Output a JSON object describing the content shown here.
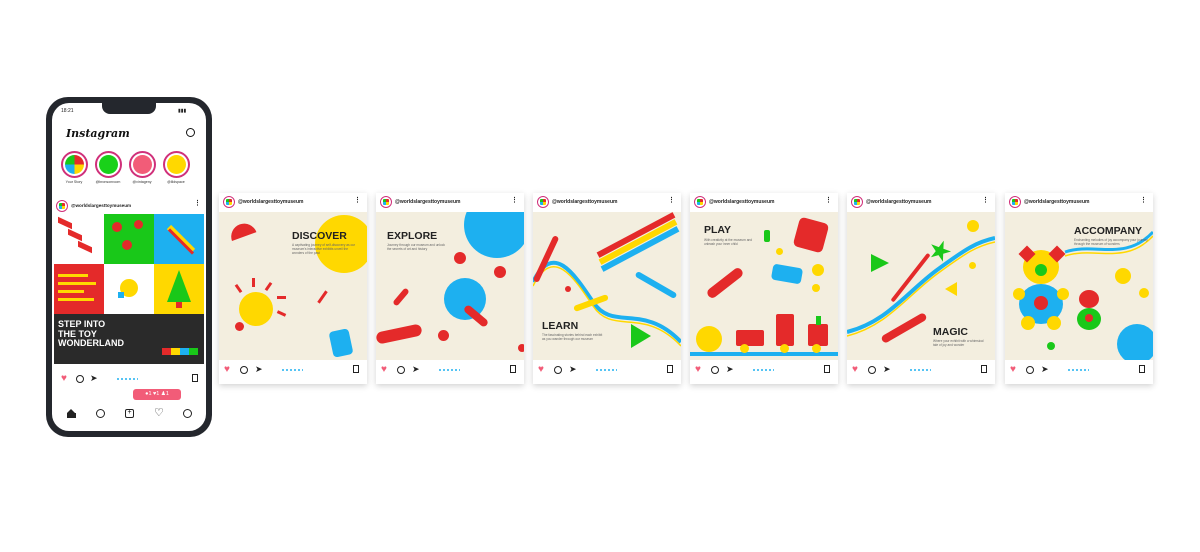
{
  "phone": {
    "status_time": "18:21",
    "app_title": "Instagram",
    "stories": [
      {
        "label": "Your Story",
        "color": "#f3eedf"
      },
      {
        "label": "@bronsonroom",
        "color": "#19d119"
      },
      {
        "label": "@vintageny",
        "color": "#f25c78"
      },
      {
        "label": "@lildspace",
        "color": "#ffd800"
      }
    ],
    "account": "@worldslargesttoymuseum",
    "hero_text": "STEP INTO\nTHE TOY\nWONDERLAND",
    "notif_counts": {
      "comments": "1",
      "likes": "1",
      "follows": "1"
    }
  },
  "account": "@worldslargesttoymuseum",
  "posts": [
    {
      "headline": "DISCOVER",
      "subtext": "A captivating journey of self-discovery as our museum's interactive exhibits unveil the wonders of the past"
    },
    {
      "headline": "EXPLORE",
      "subtext": "Journey through our museum and unlock the secrets of art and history"
    },
    {
      "headline": "LEARN",
      "subtext": "The fascinating stories behind each exhibit as you wander through our museum"
    },
    {
      "headline": "PLAY",
      "subtext": "With creativity at the museum and unleash your inner child"
    },
    {
      "headline": "MAGIC",
      "subtext": "Where your exhibit with a whimsical tale of joy and wonder"
    },
    {
      "headline": "ACCOMPANY",
      "subtext": "Enchanting melodies of joy accompany your journey through the museum of wonders"
    }
  ],
  "colors": {
    "red": "#e42a2a",
    "yellow": "#ffd800",
    "blue": "#1db0f0",
    "green": "#19c819",
    "cream": "#f3eedf",
    "pink": "#f25c78"
  }
}
